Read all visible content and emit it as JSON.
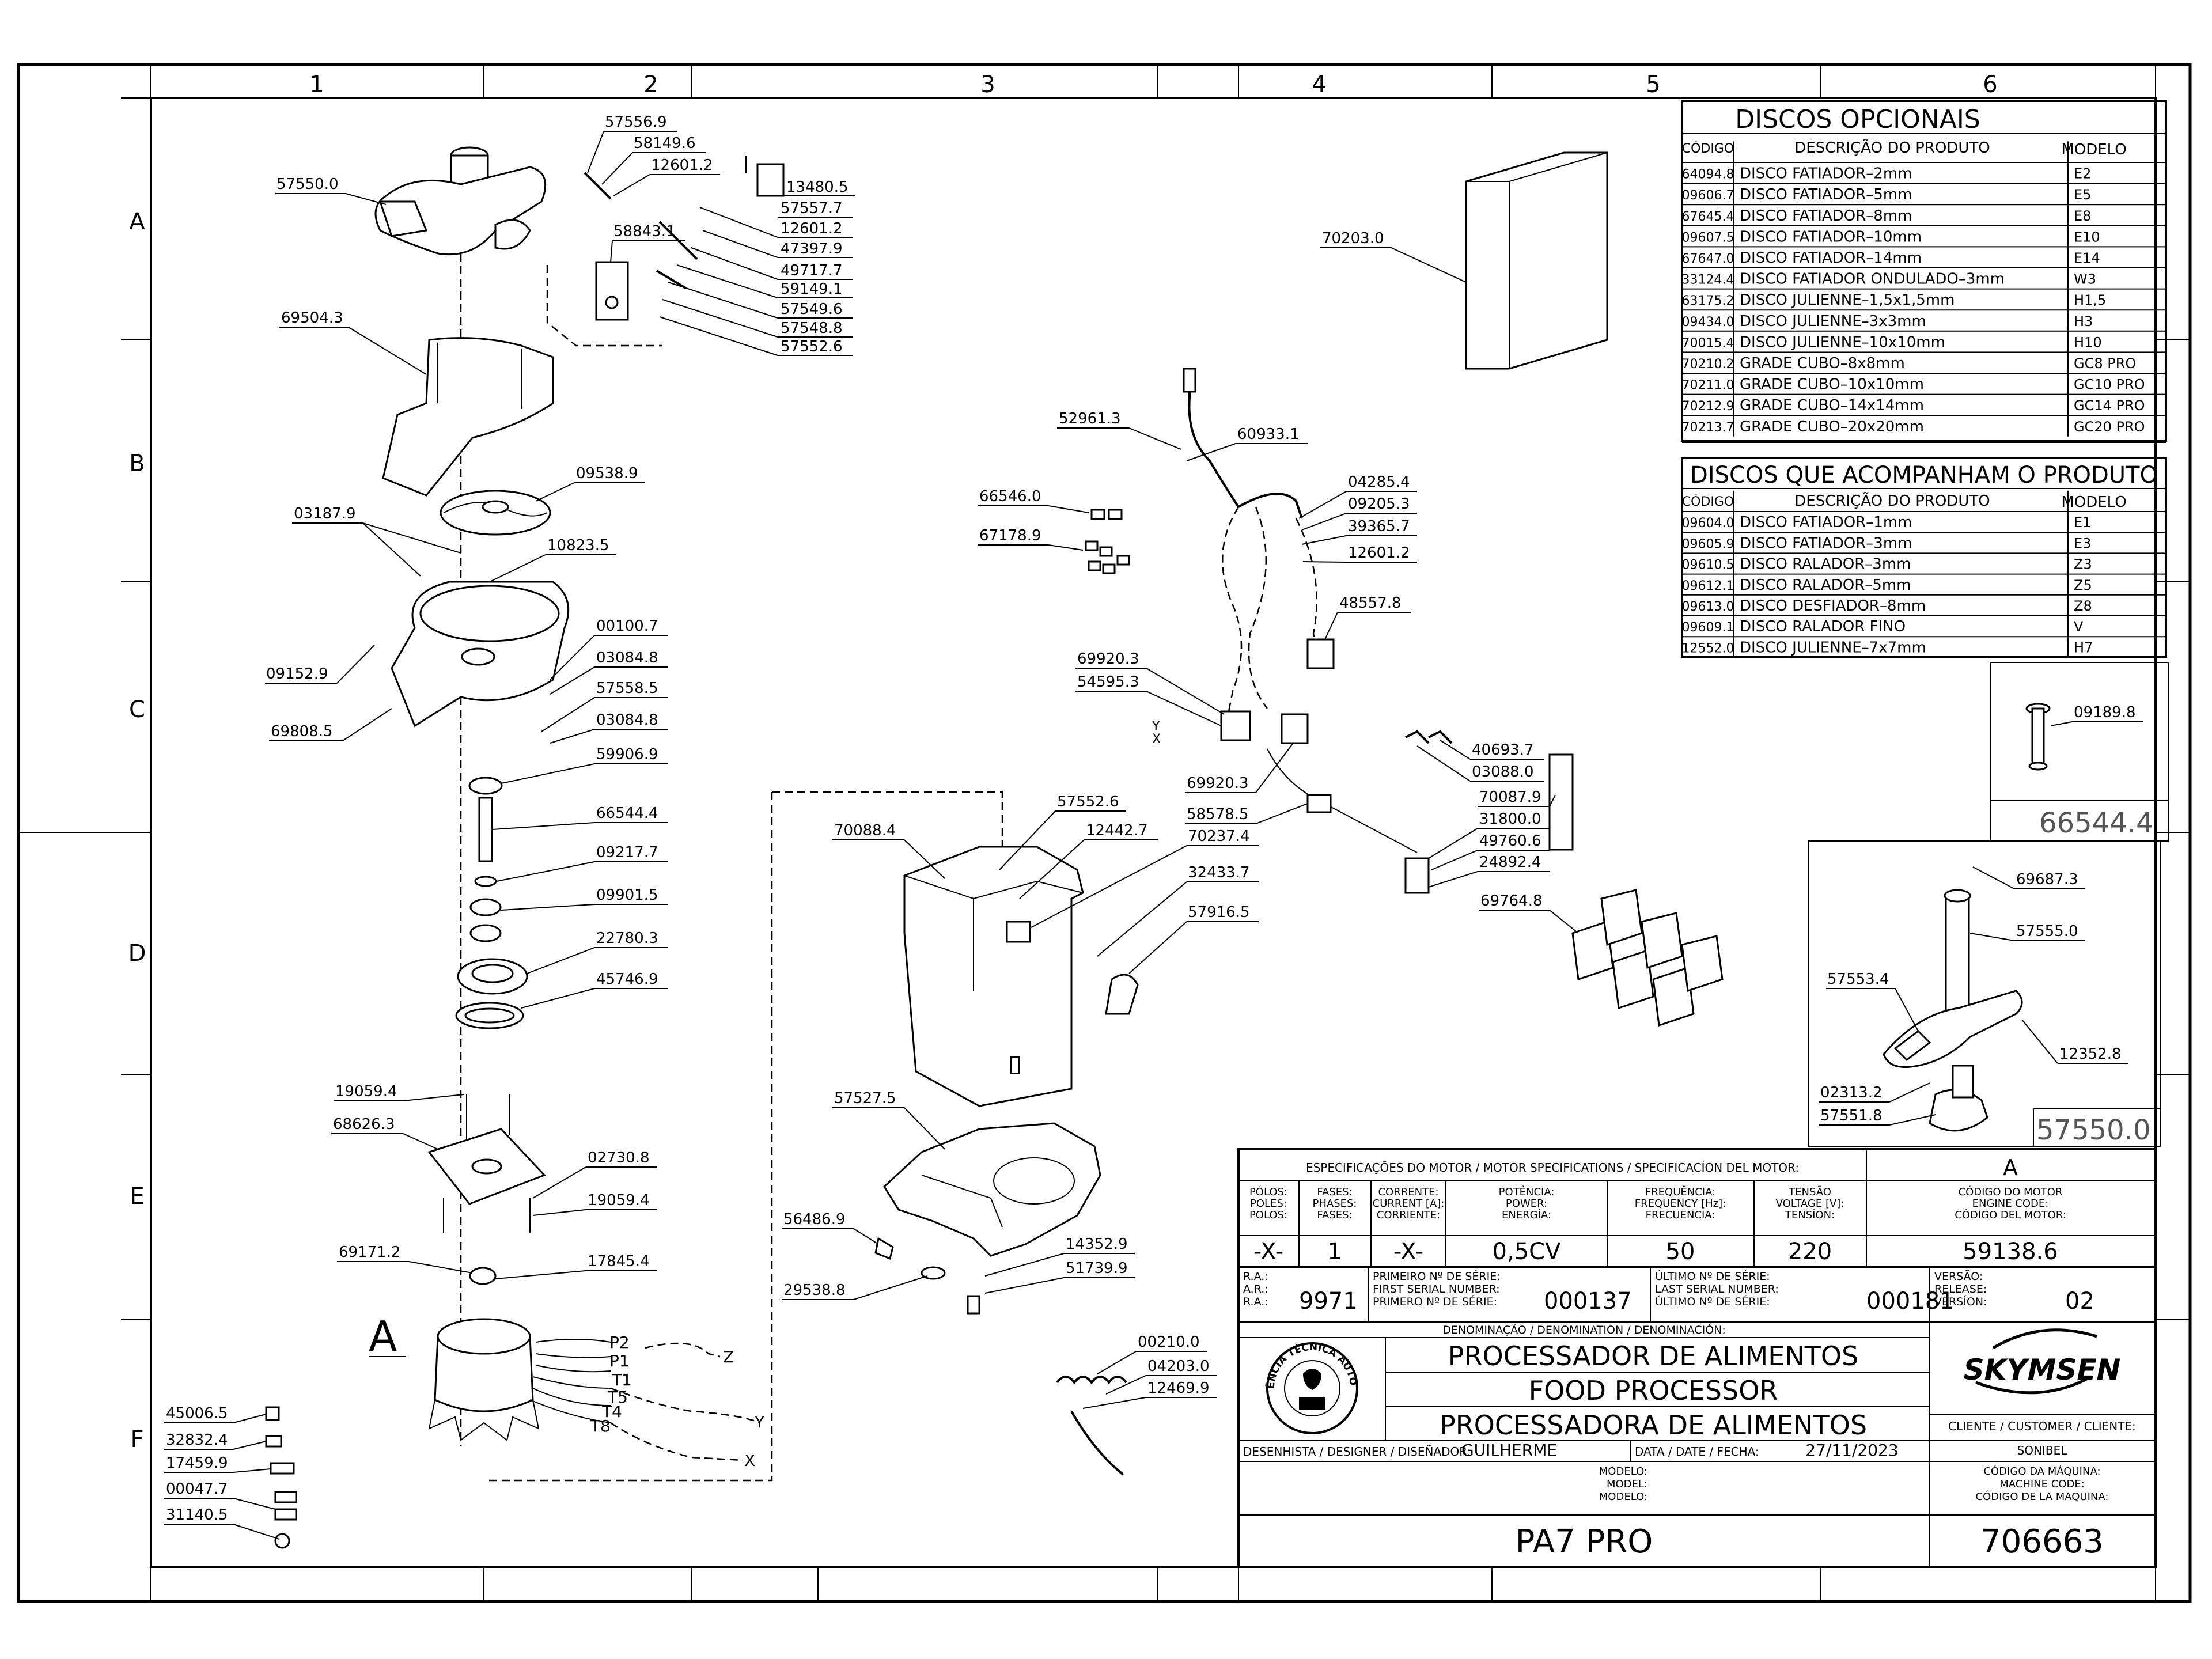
{
  "grid": {
    "columns": [
      "1",
      "2",
      "3",
      "4",
      "5",
      "6"
    ],
    "rows": [
      "A",
      "B",
      "C",
      "D",
      "E",
      "F"
    ]
  },
  "opcionais": {
    "title": "DISCOS  OPCIONAIS",
    "headers": [
      "CÓDIGO",
      "DESCRIÇÃO  DO  PRODUTO",
      "MODELO"
    ],
    "rows": [
      [
        "64094.8",
        "DISCO  FATIADOR–2mm",
        "E2"
      ],
      [
        "09606.7",
        "DISCO  FATIADOR–5mm",
        "E5"
      ],
      [
        "67645.4",
        "DISCO  FATIADOR–8mm",
        "E8"
      ],
      [
        "09607.5",
        "DISCO  FATIADOR–10mm",
        "E10"
      ],
      [
        "67647.0",
        "DISCO  FATIADOR–14mm",
        "E14"
      ],
      [
        "33124.4",
        "DISCO  FATIADOR  ONDULADO–3mm",
        "W3"
      ],
      [
        "63175.2",
        "DISCO  JULIENNE–1,5x1,5mm",
        "H1,5"
      ],
      [
        "09434.0",
        "DISCO  JULIENNE–3x3mm",
        "H3"
      ],
      [
        "70015.4",
        "DISCO  JULIENNE–10x10mm",
        "H10"
      ],
      [
        "70210.2",
        "GRADE  CUBO–8x8mm",
        "GC8  PRO"
      ],
      [
        "70211.0",
        "GRADE  CUBO–10x10mm",
        "GC10  PRO"
      ],
      [
        "70212.9",
        "GRADE  CUBO–14x14mm",
        "GC14  PRO"
      ],
      [
        "70213.7",
        "GRADE  CUBO–20x20mm",
        "GC20  PRO"
      ]
    ]
  },
  "acompanham": {
    "title": "DISCOS  QUE  ACOMPANHAM  O  PRODUTO",
    "headers": [
      "CÓDIGO",
      "DESCRIÇÃO  DO  PRODUTO",
      "MODELO"
    ],
    "rows": [
      [
        "09604.0",
        "DISCO  FATIADOR–1mm",
        "E1"
      ],
      [
        "09605.9",
        "DISCO  FATIADOR–3mm",
        "E3"
      ],
      [
        "09610.5",
        "DISCO  RALADOR–3mm",
        "Z3"
      ],
      [
        "09612.1",
        "DISCO  RALADOR–5mm",
        "Z5"
      ],
      [
        "09613.0",
        "DISCO  DESFIADOR–8mm",
        "Z8"
      ],
      [
        "09609.1",
        "DISCO  RALADOR  FINO",
        "V"
      ],
      [
        "12552.0",
        "DISCO  JULIENNE–7x7mm",
        "H7"
      ]
    ]
  },
  "detail_labels": [
    "66544.4",
    "57550.0"
  ],
  "motor_spec": {
    "title": "ESPECIFICAÇÕES DO MOTOR / MOTOR SPECIFICATIONS / SPECIFICACÍON DEL MOTOR:",
    "variant": "A",
    "headers": [
      "PÓLOS:\nPOLES:\nPOLOS:",
      "FASES:\nPHASES:\nFASES:",
      "CORRENTE:\nCURRENT [A]:\nCORRIENTE:",
      "POTÊNCIA:\nPOWER:\nENERGÍA:",
      "FREQUÊNCIA:\nFREQUENCY [Hz]:\nFRECUENCIA:",
      "TENSÃO\nVOLTAGE [V]:\nTENSÍON:",
      "CÓDIGO DO MOTOR\nENGINE CODE:\nCÓDIGO DEL MOTOR:"
    ],
    "values": [
      "-X-",
      "1",
      "-X-",
      "0,5CV",
      "50",
      "220",
      "59138.6"
    ]
  },
  "title_block": {
    "ra_label": "R.A.:\nA.R.:\nR.A.:",
    "ra_value": "9971",
    "first_serial_label": "PRIMEIRO Nº DE SÉRIE:\nFIRST SERIAL NUMBER:\nPRIMERO Nº DE SÉRIE:",
    "first_serial": "000137",
    "last_serial_label": "ÚLTIMO Nº DE SÉRIE:\nLAST SERIAL NUMBER:\nÚLTIMO Nº DE SÉRIE:",
    "last_serial": "000181",
    "version_label": "VERSÃO:\nRELEASE:\nVERSÍON:",
    "version": "02",
    "denomination_label": "DENOMINAÇÃO / DENOMINATION / DENOMINACIÓN:",
    "names": [
      "PROCESSADOR  DE  ALIMENTOS",
      "FOOD  PROCESSOR",
      "PROCESSADORA  DE  ALIMENTOS"
    ],
    "stamp_text": "ASSISTÊNCIA TÉCNICA AUTORIZADA",
    "brand": "SKYMSEN",
    "client_label": "CLIENTE / CUSTOMER / CLIENTE:",
    "client": "SONIBEL",
    "designer_label": "DESENHISTA / DESIGNER / DISEÑADOR:",
    "designer": "GUILHERME",
    "date_label": "DATA / DATE / FECHA:",
    "date": "27/11/2023",
    "model_label": "MODELO:\nMODEL:\nMODELO:",
    "machine_code_label": "CÓDIGO DA MÁQUINA:\nMACHINE CODE:\nCÓDIGO DE LA MAQUINA:",
    "model": "PA7 PRO",
    "machine_code": "706663"
  },
  "motor_marker": "A",
  "wire_labels": [
    "P2",
    "P1",
    "T1",
    "T5",
    "T4",
    "T8",
    "Z",
    "Y",
    "X",
    "Y",
    "X"
  ],
  "part_labels": [
    "57556.9",
    "58149.6",
    "12601.2",
    "13480.5",
    "57557.7",
    "12601.2",
    "47397.9",
    "49717.7",
    "59149.1",
    "57549.6",
    "57548.8",
    "57552.6",
    "58843.1",
    "57550.0",
    "69504.3",
    "09538.9",
    "03187.9",
    "10823.5",
    "00100.7",
    "03084.8",
    "57558.5",
    "03084.8",
    "09152.9",
    "69808.5",
    "59906.9",
    "66544.4",
    "09217.7",
    "09901.5",
    "22780.3",
    "45746.9",
    "19059.4",
    "68626.3",
    "02730.8",
    "19059.4",
    "69171.2",
    "17845.4",
    "45006.5",
    "32832.4",
    "17459.9",
    "00047.7",
    "31140.5",
    "70088.4",
    "57552.6",
    "12442.7",
    "70237.4",
    "32433.7",
    "57916.5",
    "57527.5",
    "56486.9",
    "29538.8",
    "14352.9",
    "51739.9",
    "00210.0",
    "04203.0",
    "12469.9",
    "52961.3",
    "60933.1",
    "66546.0",
    "67178.9",
    "04285.4",
    "09205.3",
    "39365.7",
    "12601.2",
    "48557.8",
    "69920.3",
    "54595.3",
    "69920.3",
    "58578.5",
    "40693.7",
    "03088.0",
    "70087.9",
    "31800.0",
    "49760.6",
    "24892.4",
    "69764.8",
    "70203.0",
    "09189.8",
    "69687.3",
    "57555.0",
    "57553.4",
    "12352.8",
    "02313.2",
    "57551.8"
  ]
}
